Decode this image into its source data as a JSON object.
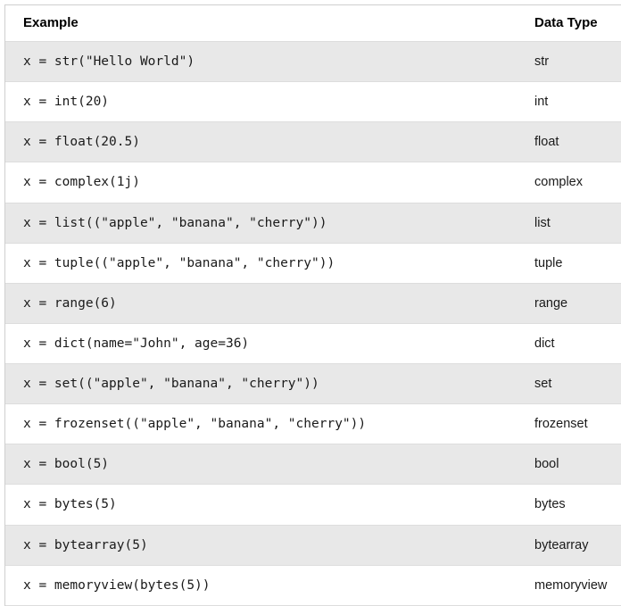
{
  "table": {
    "columns": [
      {
        "key": "example",
        "label": "Example"
      },
      {
        "key": "datatype",
        "label": "Data Type"
      }
    ],
    "rows": [
      {
        "example": "x = str(\"Hello World\")",
        "datatype": "str"
      },
      {
        "example": "x = int(20)",
        "datatype": "int"
      },
      {
        "example": "x = float(20.5)",
        "datatype": "float"
      },
      {
        "example": "x = complex(1j)",
        "datatype": "complex"
      },
      {
        "example": "x = list((\"apple\", \"banana\", \"cherry\"))",
        "datatype": "list"
      },
      {
        "example": "x = tuple((\"apple\", \"banana\", \"cherry\"))",
        "datatype": "tuple"
      },
      {
        "example": "x = range(6)",
        "datatype": "range"
      },
      {
        "example": "x = dict(name=\"John\", age=36)",
        "datatype": "dict"
      },
      {
        "example": "x = set((\"apple\", \"banana\", \"cherry\"))",
        "datatype": "set"
      },
      {
        "example": "x = frozenset((\"apple\", \"banana\", \"cherry\"))",
        "datatype": "frozenset"
      },
      {
        "example": "x = bool(5)",
        "datatype": "bool"
      },
      {
        "example": "x = bytes(5)",
        "datatype": "bytes"
      },
      {
        "example": "x = bytearray(5)",
        "datatype": "bytearray"
      },
      {
        "example": "x = memoryview(bytes(5))",
        "datatype": "memoryview"
      }
    ]
  },
  "colors": {
    "row_stripe": "#e8e8e8",
    "row_plain": "#ffffff",
    "border": "#dddddd",
    "outer_border": "#cfcfcf",
    "text": "#1a1a1a",
    "header_text": "#000000"
  }
}
